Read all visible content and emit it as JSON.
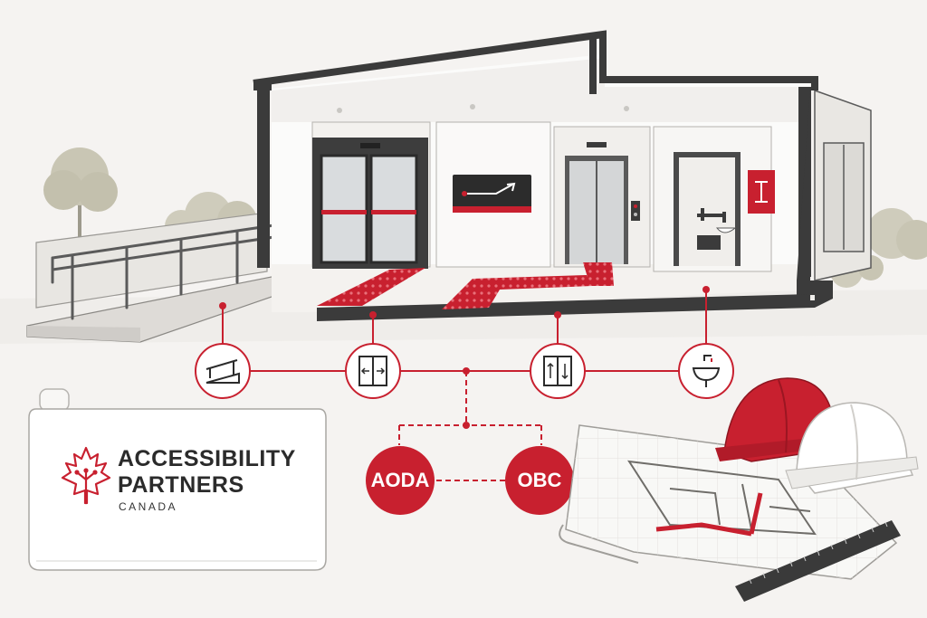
{
  "brand": {
    "name_line1": "ACCESSIBILITY",
    "name_line2": "PARTNERS",
    "sub": "CANADA",
    "logo_icon": "maple-leaf-icon"
  },
  "standards": [
    {
      "id": "aoda",
      "label": "AODA"
    },
    {
      "id": "obc",
      "label": "OBC"
    }
  ],
  "features": [
    {
      "icon": "ramp-icon"
    },
    {
      "icon": "automatic-door-icon"
    },
    {
      "icon": "elevator-icon"
    },
    {
      "icon": "accessible-washroom-sink-icon"
    }
  ],
  "colors": {
    "accent_red": "#c8202f",
    "frame_dark": "#3b3b3b",
    "background": "#f5f3f1"
  }
}
